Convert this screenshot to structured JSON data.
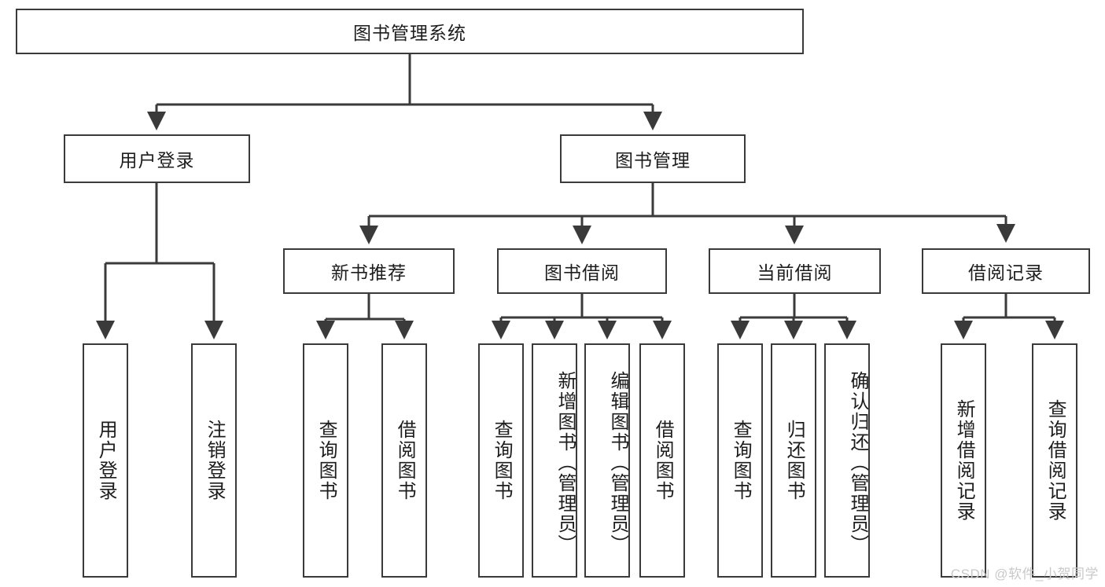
{
  "diagram": {
    "type": "tree-hierarchy",
    "title": "图书管理系统",
    "watermark": "CSDN @软件_小贺同学",
    "stroke_color": "#3a3a3a",
    "background_color": "#ffffff",
    "text_color": "#1d1d1d",
    "root": {
      "id": "root",
      "label": "图书管理系统",
      "orientation": "horizontal"
    },
    "level1": [
      {
        "id": "user-login",
        "label": "用户登录",
        "orientation": "horizontal"
      },
      {
        "id": "book-manage",
        "label": "图书管理",
        "orientation": "horizontal"
      }
    ],
    "level2": [
      {
        "id": "new-book-recommend",
        "label": "新书推荐",
        "orientation": "horizontal",
        "parent": "book-manage"
      },
      {
        "id": "book-borrow",
        "label": "图书借阅",
        "orientation": "horizontal",
        "parent": "book-manage"
      },
      {
        "id": "current-borrow",
        "label": "当前借阅",
        "orientation": "horizontal",
        "parent": "book-manage"
      },
      {
        "id": "borrow-record",
        "label": "借阅记录",
        "orientation": "horizontal",
        "parent": "book-manage"
      }
    ],
    "leaves": [
      {
        "id": "leaf-user-login",
        "label": "用户登录",
        "parent": "user-login",
        "orientation": "vertical"
      },
      {
        "id": "leaf-user-logout",
        "label": "注销登录",
        "parent": "user-login",
        "orientation": "vertical"
      },
      {
        "id": "leaf-query-book-1",
        "label": "查询图书",
        "parent": "new-book-recommend",
        "orientation": "vertical"
      },
      {
        "id": "leaf-borrow-book-1",
        "label": "借阅图书",
        "parent": "new-book-recommend",
        "orientation": "vertical"
      },
      {
        "id": "leaf-query-book-2",
        "label": "查询图书",
        "parent": "book-borrow",
        "orientation": "vertical"
      },
      {
        "id": "leaf-add-book",
        "label": "新增图书（管理员）",
        "parent": "book-borrow",
        "orientation": "vertical"
      },
      {
        "id": "leaf-edit-book",
        "label": "编辑图书（管理员）",
        "parent": "book-borrow",
        "orientation": "vertical"
      },
      {
        "id": "leaf-borrow-book-2",
        "label": "借阅图书",
        "parent": "book-borrow",
        "orientation": "vertical"
      },
      {
        "id": "leaf-query-book-3",
        "label": "查询图书",
        "parent": "current-borrow",
        "orientation": "vertical"
      },
      {
        "id": "leaf-return-book",
        "label": "归还图书",
        "parent": "current-borrow",
        "orientation": "vertical"
      },
      {
        "id": "leaf-confirm-return",
        "label": "确认归还（管理员）",
        "parent": "current-borrow",
        "orientation": "vertical"
      },
      {
        "id": "leaf-add-record",
        "label": "新增借阅记录",
        "parent": "borrow-record",
        "orientation": "vertical"
      },
      {
        "id": "leaf-query-record",
        "label": "查询借阅记录",
        "parent": "borrow-record",
        "orientation": "vertical"
      }
    ]
  }
}
